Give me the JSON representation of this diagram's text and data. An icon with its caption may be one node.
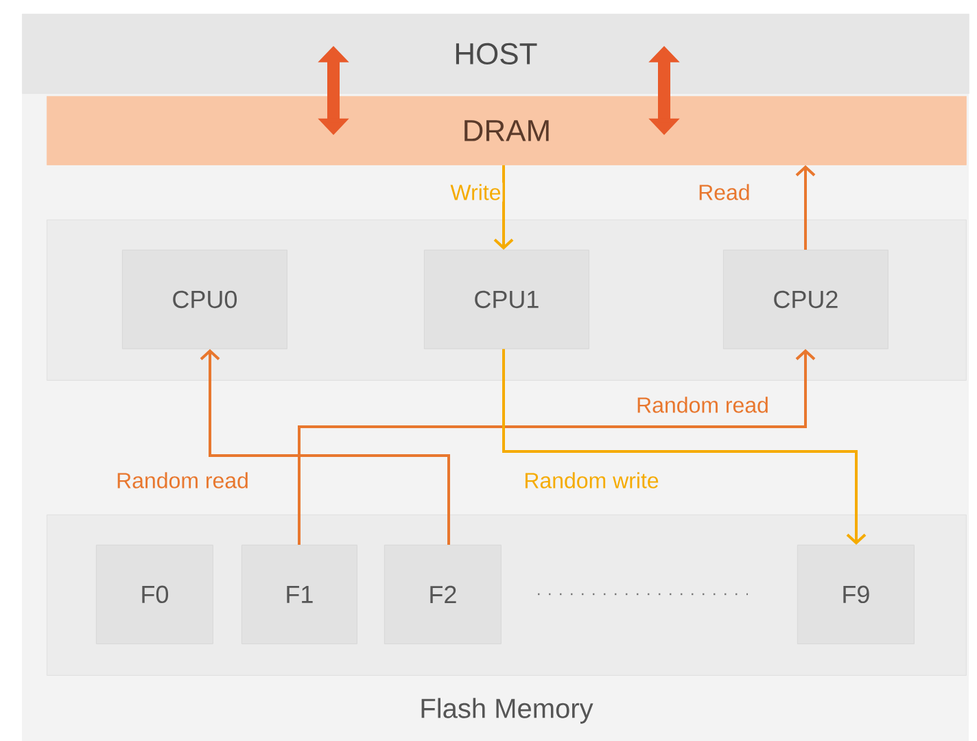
{
  "diagram": {
    "nodes": [
      {
        "text": [
          "HOST"
        ]
      },
      {
        "text": [
          "DRAM"
        ]
      },
      {
        "text": [],
        "shape": "box"
      },
      {
        "text": [
          "CPU0"
        ],
        "in": 2
      },
      {
        "text": [
          "CPU1"
        ],
        "in": 2
      },
      {
        "text": [
          "CPU2"
        ],
        "in": 2
      },
      {
        "text": [
          "Flash Memory"
        ]
      },
      {
        "text": [
          "F0"
        ],
        "in": 6
      },
      {
        "text": [
          "F1"
        ],
        "in": 6
      },
      {
        "text": [
          "F2"
        ],
        "in": 6
      },
      {
        "text": [
          "F9"
        ],
        "in": 6
      }
    ],
    "edges": [
      {
        "from": 0,
        "to": 1,
        "arrow": "both",
        "style": "thick",
        "color": "#e85a2a"
      },
      {
        "from": 0,
        "to": 1,
        "arrow": "both",
        "style": "thick",
        "color": "#e85a2a"
      },
      {
        "from": 1,
        "to": 4,
        "arrow": "to",
        "label": "Write",
        "color": "#f5ab00"
      },
      {
        "from": 5,
        "to": 1,
        "arrow": "to",
        "label": "Read"
      },
      {
        "from": 9,
        "to": 3,
        "arrow": "to",
        "label": "Random read"
      },
      {
        "from": 8,
        "to": 5,
        "arrow": "to",
        "label": "Random read"
      },
      {
        "from": 4,
        "to": 10,
        "arrow": "to",
        "label": "Random write",
        "color": "#f5ab00"
      }
    ]
  }
}
